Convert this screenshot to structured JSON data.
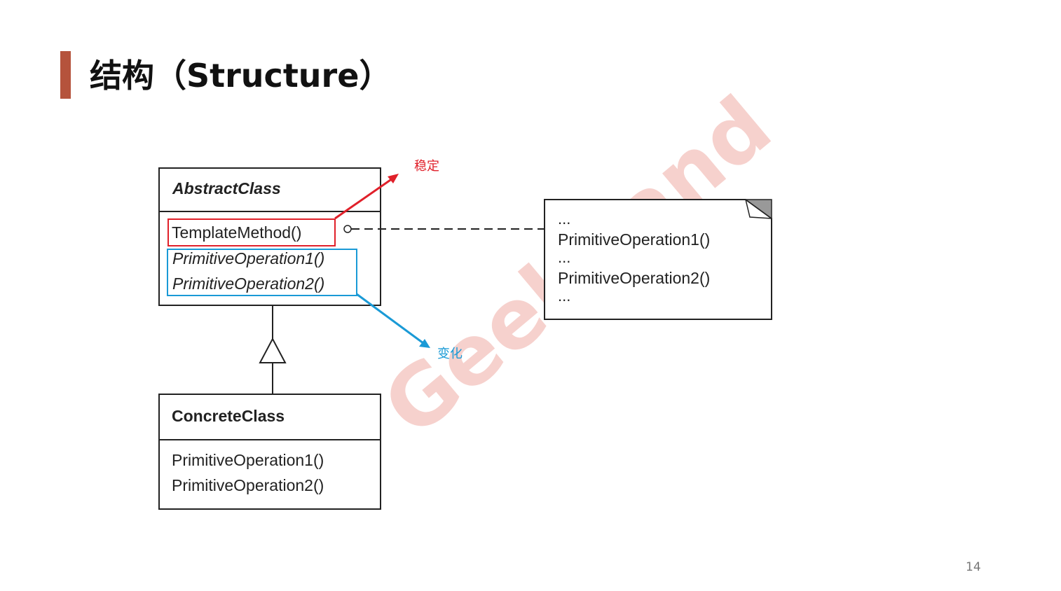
{
  "slide": {
    "title": "结构（Structure）",
    "page_number": "14",
    "accent_color": "#b5533c"
  },
  "watermark": "GeekBand",
  "abstract_class": {
    "name": "AbstractClass",
    "operations": [
      "TemplateMethod()",
      "PrimitiveOperation1()",
      "PrimitiveOperation2()"
    ]
  },
  "concrete_class": {
    "name": "ConcreteClass",
    "operations": [
      "PrimitiveOperation1()",
      "PrimitiveOperation2()"
    ]
  },
  "note": {
    "lines": [
      "...",
      "PrimitiveOperation1()",
      "...",
      "PrimitiveOperation2()",
      "..."
    ]
  },
  "annotations": {
    "stable": {
      "label": "稳定",
      "color": "#e0202a"
    },
    "changing": {
      "label": "变化",
      "color": "#1a9ad6"
    }
  }
}
